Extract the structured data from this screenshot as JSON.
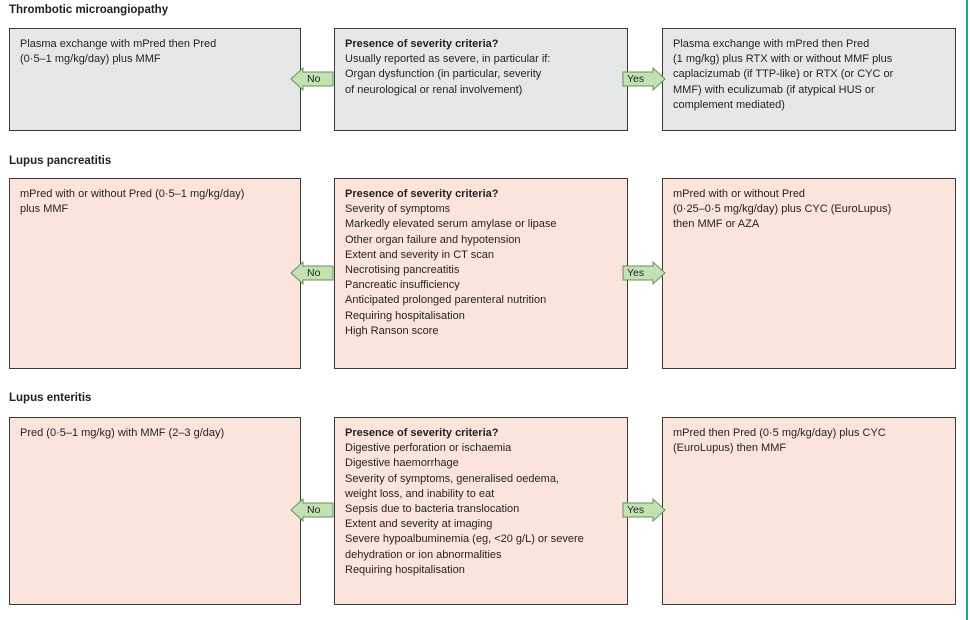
{
  "colors": {
    "grey_box": "#e6e7e8",
    "pink_box": "#fbe4dc",
    "arrow_fill": "#c3e2b3",
    "arrow_stroke": "#6b8f5a",
    "edge_accent": "#2a9d8f"
  },
  "sections": [
    {
      "title": "Thrombotic microangiopathy",
      "left": [
        "Plasma exchange with mPred then Pred",
        "(0·5–1 mg/kg/day) plus MMF"
      ],
      "center_head": "Presence of severity criteria?",
      "center": [
        "Usually reported as severe, in particular if:",
        "Organ dysfunction (in particular, severity",
        "of neurological or renal involvement)"
      ],
      "right": [
        "Plasma exchange with mPred then Pred",
        "(1 mg/kg) plus RTX with or without MMF plus",
        "caplacizumab (if TTP-like) or RTX (or CYC or",
        "MMF) with eculizumab (if atypical HUS or",
        "complement mediated)"
      ],
      "no_label": "No",
      "yes_label": "Yes"
    },
    {
      "title": "Lupus pancreatitis",
      "left": [
        "mPred with or without Pred (0·5–1 mg/kg/day)",
        "plus MMF"
      ],
      "center_head": "Presence of severity criteria?",
      "center": [
        "Severity of symptoms",
        "Markedly elevated serum amylase or lipase",
        "Other organ failure and hypotension",
        "Extent and severity in CT scan",
        "Necrotising pancreatitis",
        "Pancreatic insufficiency",
        "Anticipated prolonged parenteral nutrition",
        "Requiring hospitalisation",
        "High Ranson score"
      ],
      "right": [
        "mPred with or without Pred",
        "(0·25–0·5 mg/kg/day) plus CYC (EuroLupus)",
        "then MMF or AZA"
      ],
      "no_label": "No",
      "yes_label": "Yes"
    },
    {
      "title": "Lupus enteritis",
      "left": [
        "Pred (0·5–1 mg/kg) with MMF (2–3 g/day)"
      ],
      "center_head": "Presence of severity criteria?",
      "center": [
        "Digestive perforation or ischaemia",
        "Digestive haemorrhage",
        "Severity of symptoms, generalised oedema,",
        "weight loss, and inability to eat",
        "Sepsis due to bacteria translocation",
        "Extent and severity at imaging",
        "Severe hypoalbuminemia (eg, <20 g/L) or severe",
        "dehydration or ion abnormalities",
        "Requiring hospitalisation"
      ],
      "right": [
        "mPred then Pred (0·5 mg/kg/day) plus CYC",
        "(EuroLupus) then MMF"
      ],
      "no_label": "No",
      "yes_label": "Yes"
    }
  ]
}
